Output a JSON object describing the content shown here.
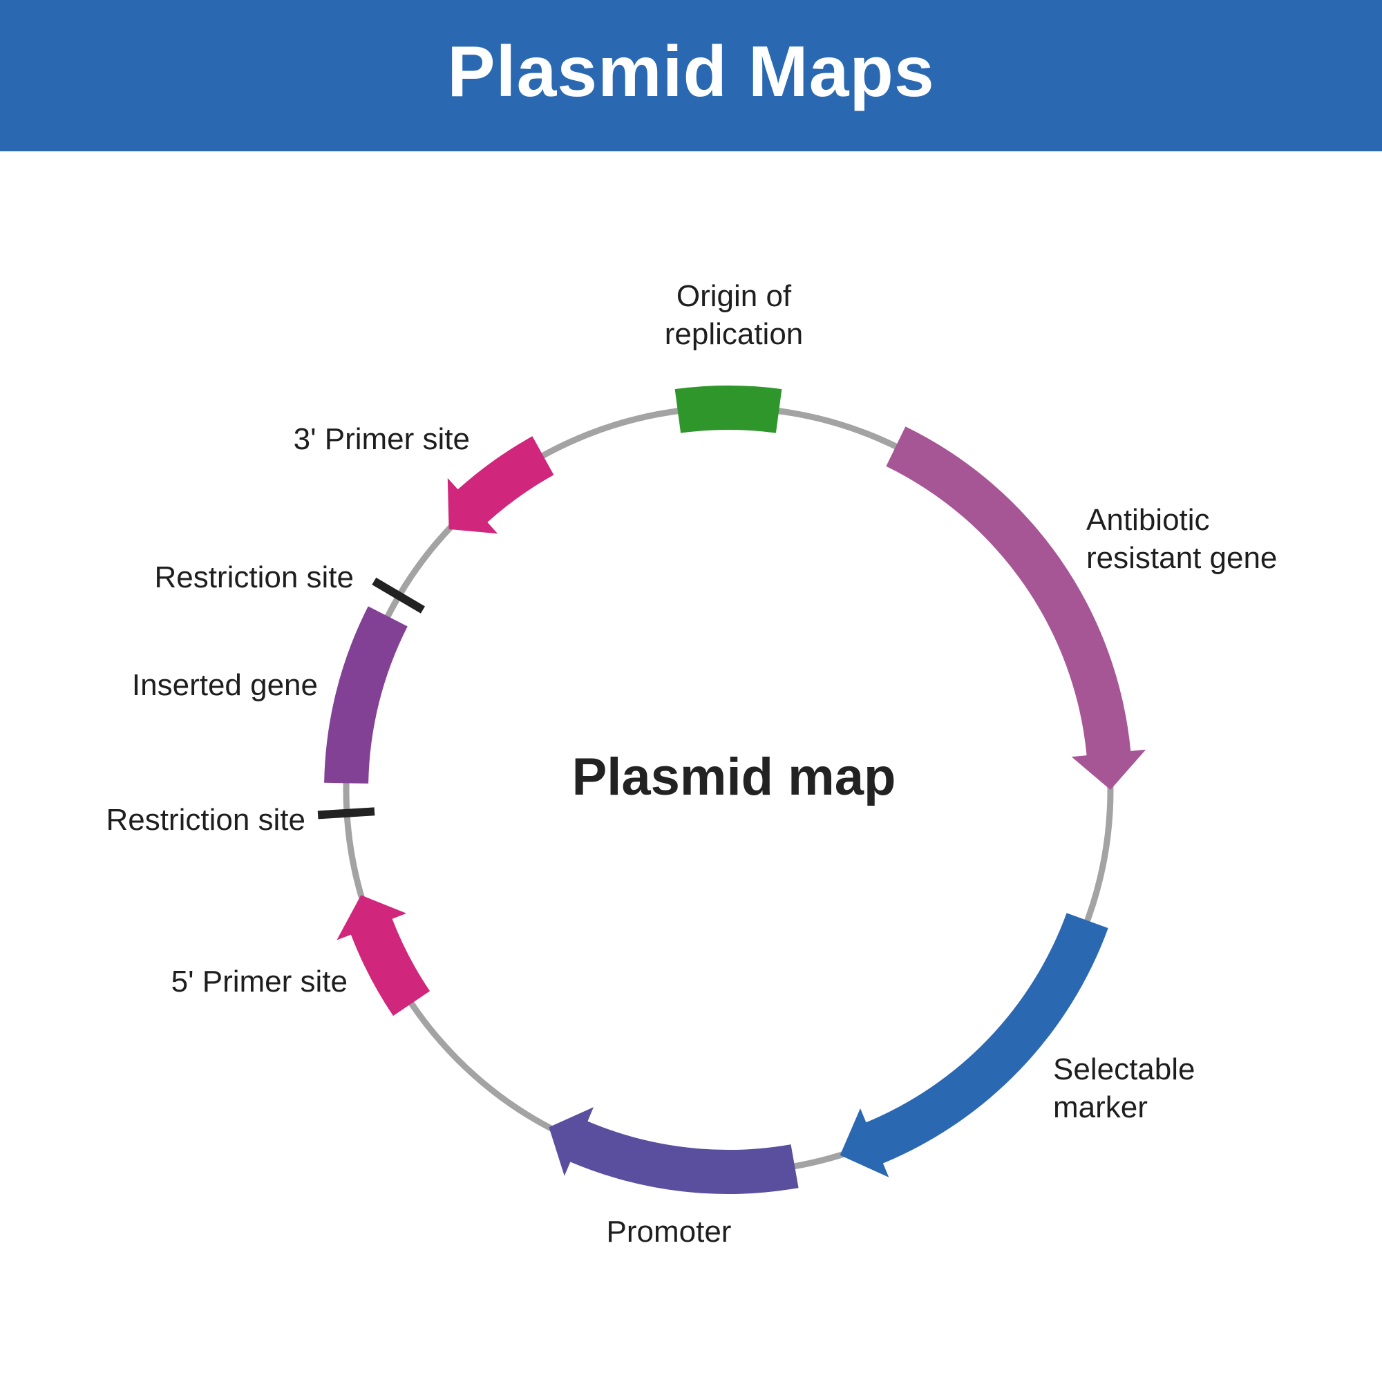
{
  "header": {
    "title": "Plasmid Maps"
  },
  "diagram": {
    "center_label": "Plasmid map",
    "backbone_color": "#a3a3a3",
    "features": [
      {
        "id": "origin",
        "name": "Origin of replication",
        "type": "block",
        "color": "#2f962c",
        "label_lines": [
          "Origin of",
          "replication"
        ]
      },
      {
        "id": "antibiotic",
        "name": "Antibiotic resistant gene",
        "type": "arrow",
        "direction": "clockwise",
        "color": "#a75695",
        "label_lines": [
          "Antibiotic",
          "resistant gene"
        ]
      },
      {
        "id": "selectable",
        "name": "Selectable marker",
        "type": "arrow",
        "direction": "clockwise",
        "color": "#2a68b2",
        "label_lines": [
          "Selectable",
          "marker"
        ]
      },
      {
        "id": "promoter",
        "name": "Promoter",
        "type": "arrow",
        "direction": "clockwise",
        "color": "#5a4e9e",
        "label_lines": [
          "Promoter"
        ]
      },
      {
        "id": "primer5",
        "name": "5' Primer site",
        "type": "arrow",
        "direction": "clockwise",
        "color": "#d0267b",
        "label_lines": [
          "5' Primer site"
        ]
      },
      {
        "id": "restriction2",
        "name": "Restriction site",
        "type": "tick",
        "color": "#222222",
        "label_lines": [
          "Restriction site"
        ]
      },
      {
        "id": "inserted",
        "name": "Inserted gene",
        "type": "block",
        "color": "#834196",
        "label_lines": [
          "Inserted gene"
        ]
      },
      {
        "id": "restriction1",
        "name": "Restriction site",
        "type": "tick",
        "color": "#222222",
        "label_lines": [
          "Restriction site"
        ]
      },
      {
        "id": "primer3",
        "name": "3' Primer site",
        "type": "arrow",
        "direction": "counterclockwise",
        "color": "#d0267b",
        "label_lines": [
          "3' Primer site"
        ]
      }
    ]
  }
}
